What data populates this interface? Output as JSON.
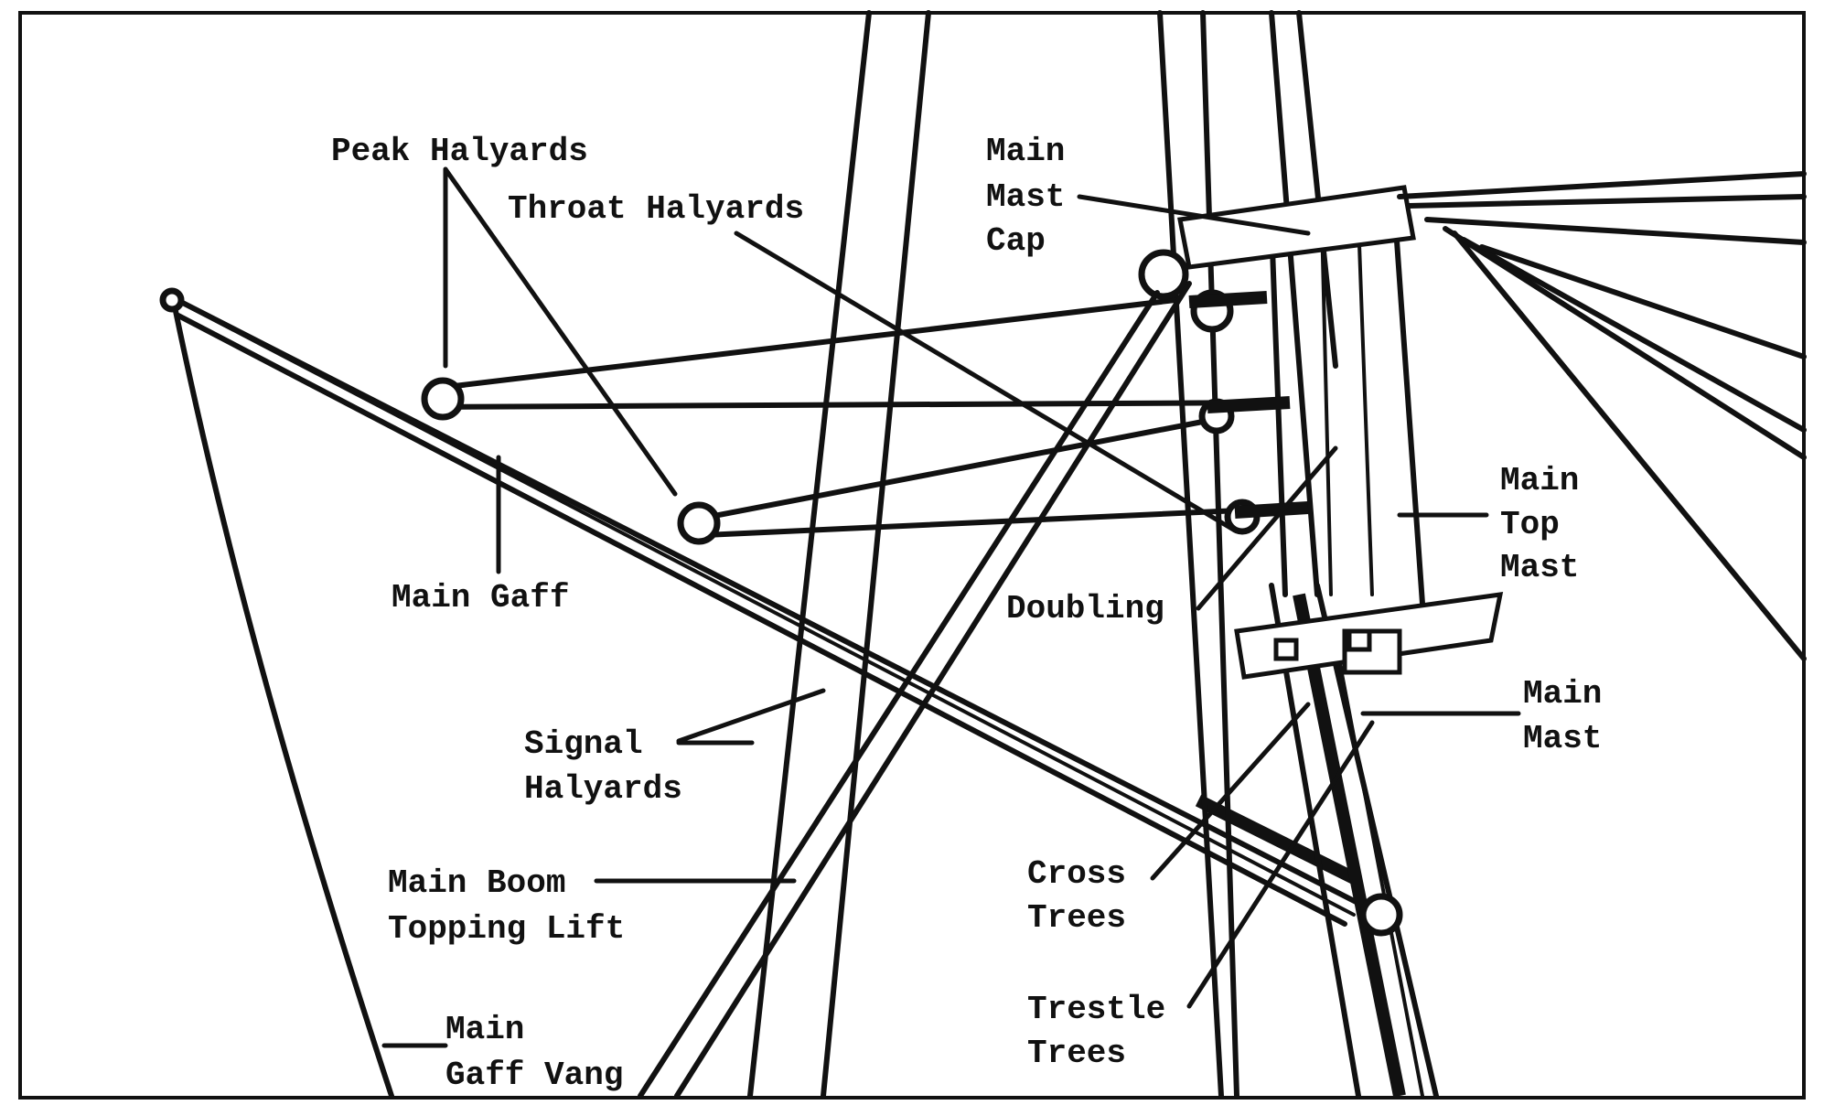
{
  "labels": {
    "peak_halyards": "Peak Halyards",
    "throat_halyards": "Throat Halyards",
    "main_mast_cap": [
      "Main",
      "Mast",
      "Cap"
    ],
    "main_gaff": "Main Gaff",
    "doubling": "Doubling",
    "main_top_mast": [
      "Main",
      "Top",
      "Mast"
    ],
    "signal_halyards": [
      "Signal",
      "Halyards"
    ],
    "main_mast": [
      "Main",
      "Mast"
    ],
    "main_boom_topping_lift": [
      "Main Boom",
      "Topping Lift"
    ],
    "cross_trees": [
      "Cross",
      "Trees"
    ],
    "trestle_trees": [
      "Trestle",
      "Trees"
    ],
    "main_gaff_vang": [
      "Main",
      "Gaff Vang"
    ]
  }
}
